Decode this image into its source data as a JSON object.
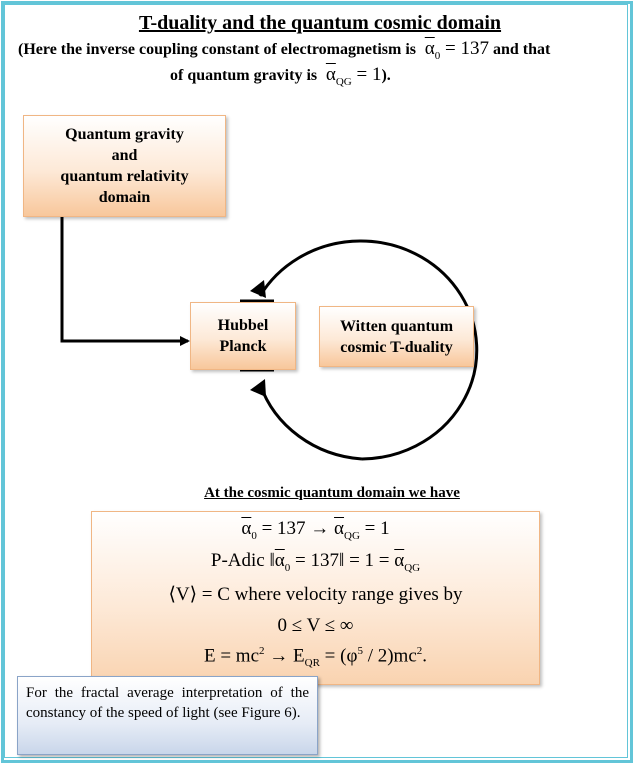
{
  "title": "T-duality and the quantum cosmic domain",
  "subtitle": {
    "line1_pre": "(Here the inverse coupling constant of electromagnetism is",
    "line1_math_sym": "α",
    "line1_math_sub": "0",
    "line1_math_eq": "= 137",
    "line1_post": "and that",
    "line2_pre": "of quantum gravity is",
    "line2_math_sym": "α",
    "line2_math_sub": "QG",
    "line2_math_eq": "= 1",
    "line2_post": ")."
  },
  "boxes": {
    "qg_line1": "Quantum gravity",
    "qg_line2": "and",
    "qg_line3": "quantum relativity",
    "qg_line4": "domain",
    "hp_line1": "Hubbel",
    "hp_line2": "Planck",
    "witten_line1": "Witten quantum",
    "witten_line2": "cosmic T-duality"
  },
  "section_heading": "At the cosmic quantum domain we have",
  "formulas": {
    "f1": {
      "a": "α",
      "s1": "0",
      "mid": "= 137 → ",
      "b": "α",
      "s2": "QG",
      "end": " = 1"
    },
    "f2": {
      "label": "P-Adic  ",
      "open": "‖",
      "a": "α",
      "s1": "0",
      "mid": " = 137",
      "close": "‖",
      "eq": " = 1 = ",
      "b": "α",
      "s2": "QG"
    },
    "f3": {
      "lhs": "⟨V⟩ = C",
      "text": "  where velocity range gives by"
    },
    "f4": "0 ≤ V ≤ ∞",
    "f5": {
      "a": "E = mc",
      "sup1": "2",
      "arrow": " → E",
      "sub": "QR",
      "b": " = (φ",
      "sup2": "5",
      "c": " / 2)mc",
      "sup3": "2",
      "d": "."
    }
  },
  "note": "For the fractal average interpretation of the constancy of the speed of light (see Figure 6).",
  "colors": {
    "frame": "#62c5d8",
    "box_fill": "#f8c79b",
    "box_border": "#f0b684",
    "note_fill": "#c9d6ea",
    "note_border": "#8aa4c8"
  }
}
